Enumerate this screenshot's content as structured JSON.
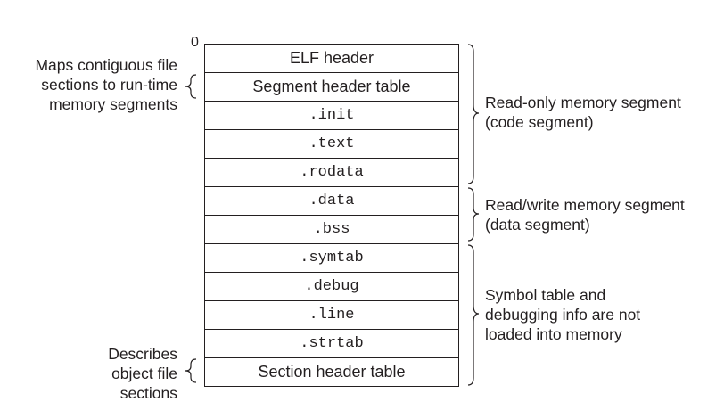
{
  "origin_label": "0",
  "sections": [
    {
      "label": "ELF header",
      "mono": false
    },
    {
      "label": "Segment header table",
      "mono": false
    },
    {
      "label": ".init",
      "mono": true
    },
    {
      "label": ".text",
      "mono": true
    },
    {
      "label": ".rodata",
      "mono": true
    },
    {
      "label": ".data",
      "mono": true
    },
    {
      "label": ".bss",
      "mono": true
    },
    {
      "label": ".symtab",
      "mono": true
    },
    {
      "label": ".debug",
      "mono": true
    },
    {
      "label": ".line",
      "mono": true
    },
    {
      "label": ".strtab",
      "mono": true
    },
    {
      "label": "Section header table",
      "mono": false
    }
  ],
  "left_notes": {
    "segment_table": [
      "Maps contiguous file",
      "sections to run-time",
      "memory segments"
    ],
    "section_table": [
      "Describes",
      "object file",
      "sections"
    ]
  },
  "right_notes": {
    "read_only": [
      "Read-only memory segment",
      "(code segment)"
    ],
    "read_write": [
      "Read/write memory segment",
      "(data segment)"
    ],
    "symbol_debug": [
      "Symbol table and",
      "debugging info are not",
      "loaded into memory"
    ]
  }
}
